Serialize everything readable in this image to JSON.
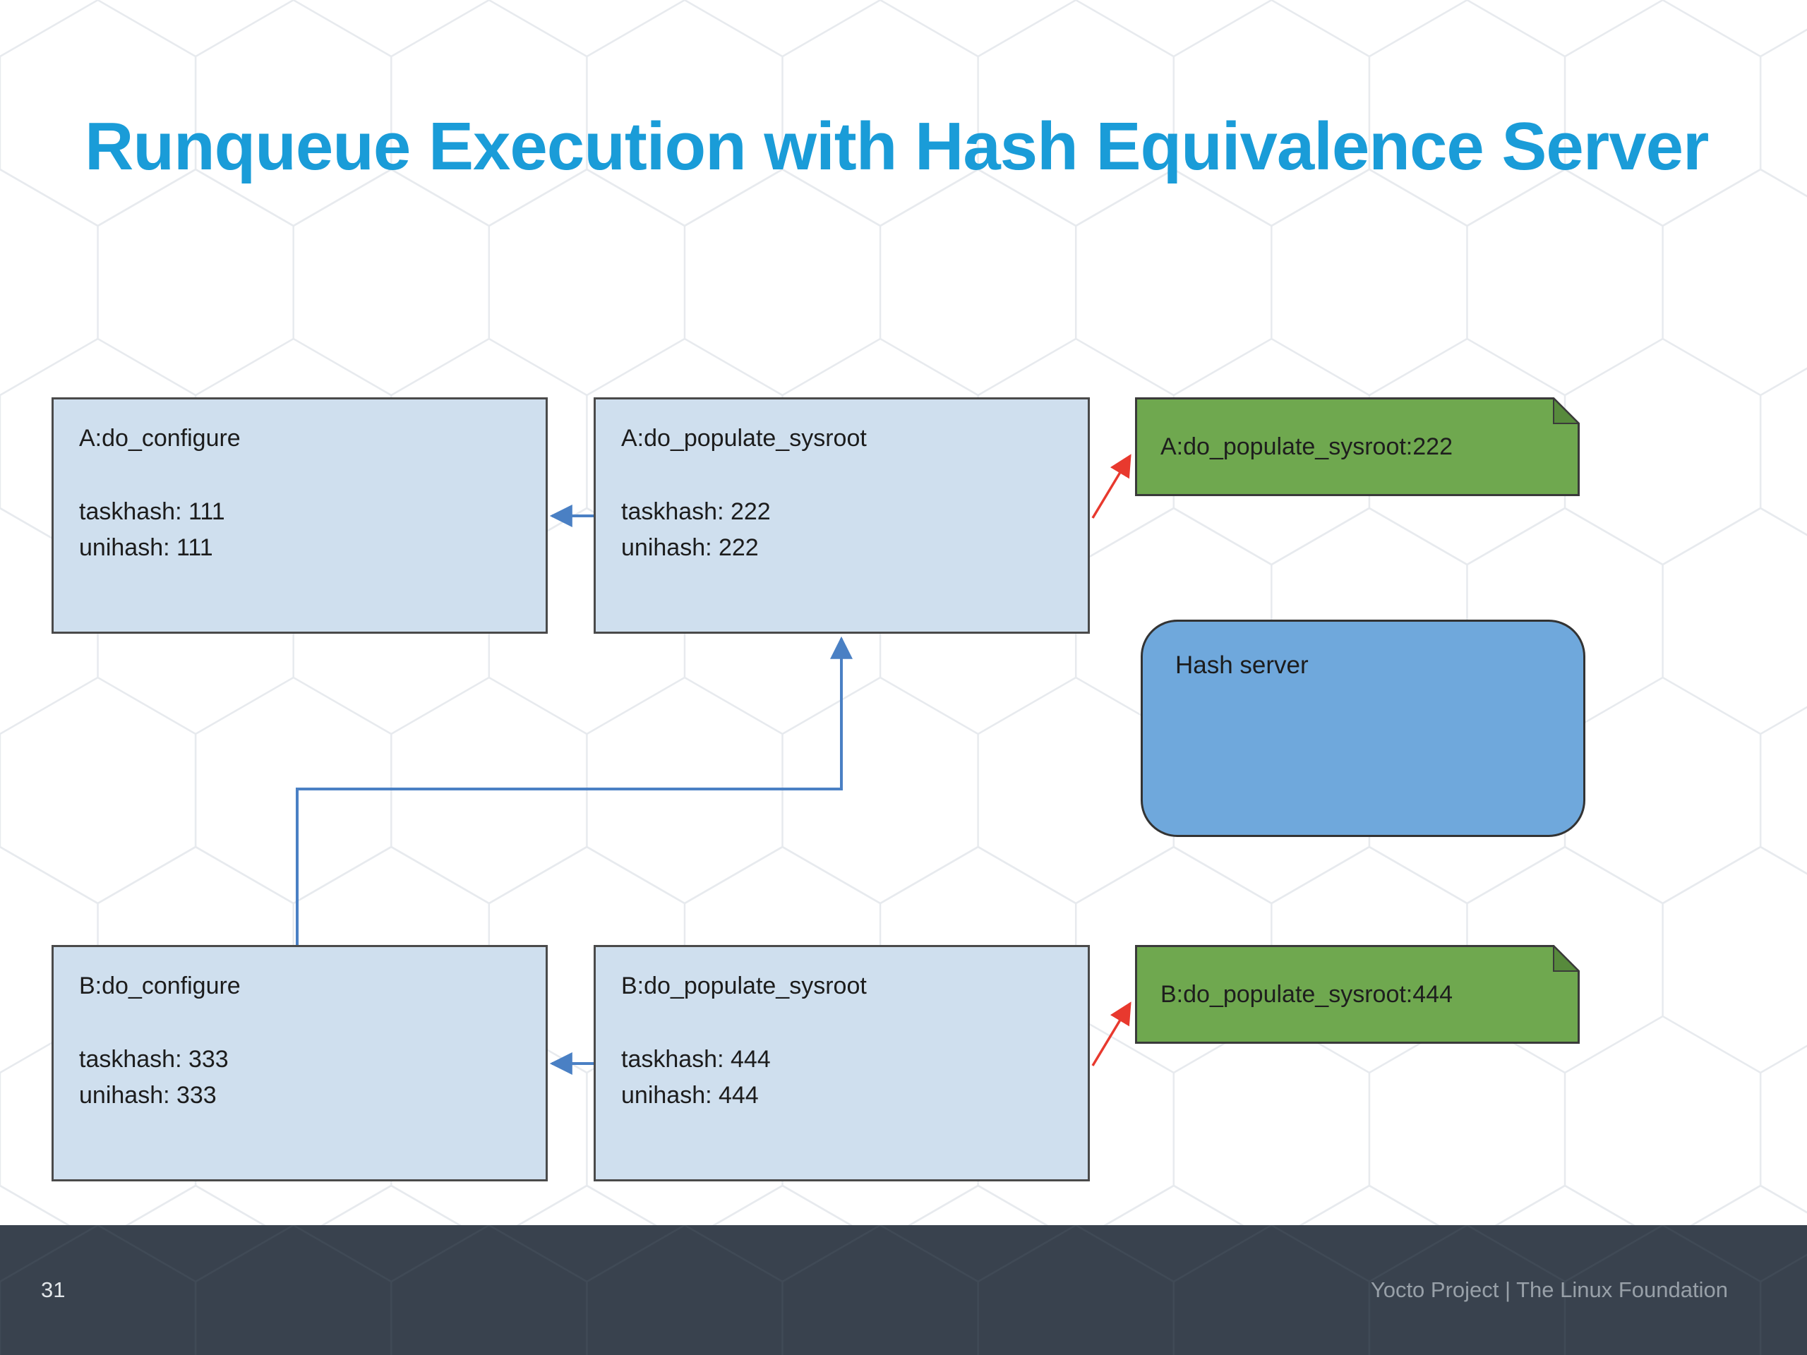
{
  "slide": {
    "title": "Runqueue Execution with Hash Equivalence Server",
    "page_number": "31",
    "footer_text": "Yocto Project | The Linux Foundation"
  },
  "diagram": {
    "task_boxes": {
      "a_configure": {
        "title": "A:do_configure",
        "taskhash": "taskhash: 111",
        "unihash": "unihash: 111"
      },
      "a_populate_sysroot": {
        "title": "A:do_populate_sysroot",
        "taskhash": "taskhash: 222",
        "unihash": "unihash: 222"
      },
      "b_configure": {
        "title": "B:do_configure",
        "taskhash": "taskhash: 333",
        "unihash": "unihash: 333"
      },
      "b_populate_sysroot": {
        "title": "B:do_populate_sysroot",
        "taskhash": "taskhash: 444",
        "unihash": "unihash: 444"
      }
    },
    "sstate_objects": {
      "a": {
        "label": "A:do_populate_sysroot:222"
      },
      "b": {
        "label": "B:do_populate_sysroot:444"
      }
    },
    "hash_server": {
      "label": "Hash server"
    }
  },
  "colors": {
    "title_blue": "#1a9cd8",
    "task_box_fill": "#cfdfee",
    "task_box_border": "#4a4a4a",
    "sstate_fill": "#6fa84f",
    "sstate_fold": "#578a3c",
    "sstate_border": "#3a3a3a",
    "hash_server_fill": "#6fa8dc",
    "hash_server_border": "#333333",
    "arrow_blue": "#4a80c4",
    "arrow_red": "#e8392e",
    "footer_bg": "#39424e",
    "footer_text": "#98a0a8"
  }
}
